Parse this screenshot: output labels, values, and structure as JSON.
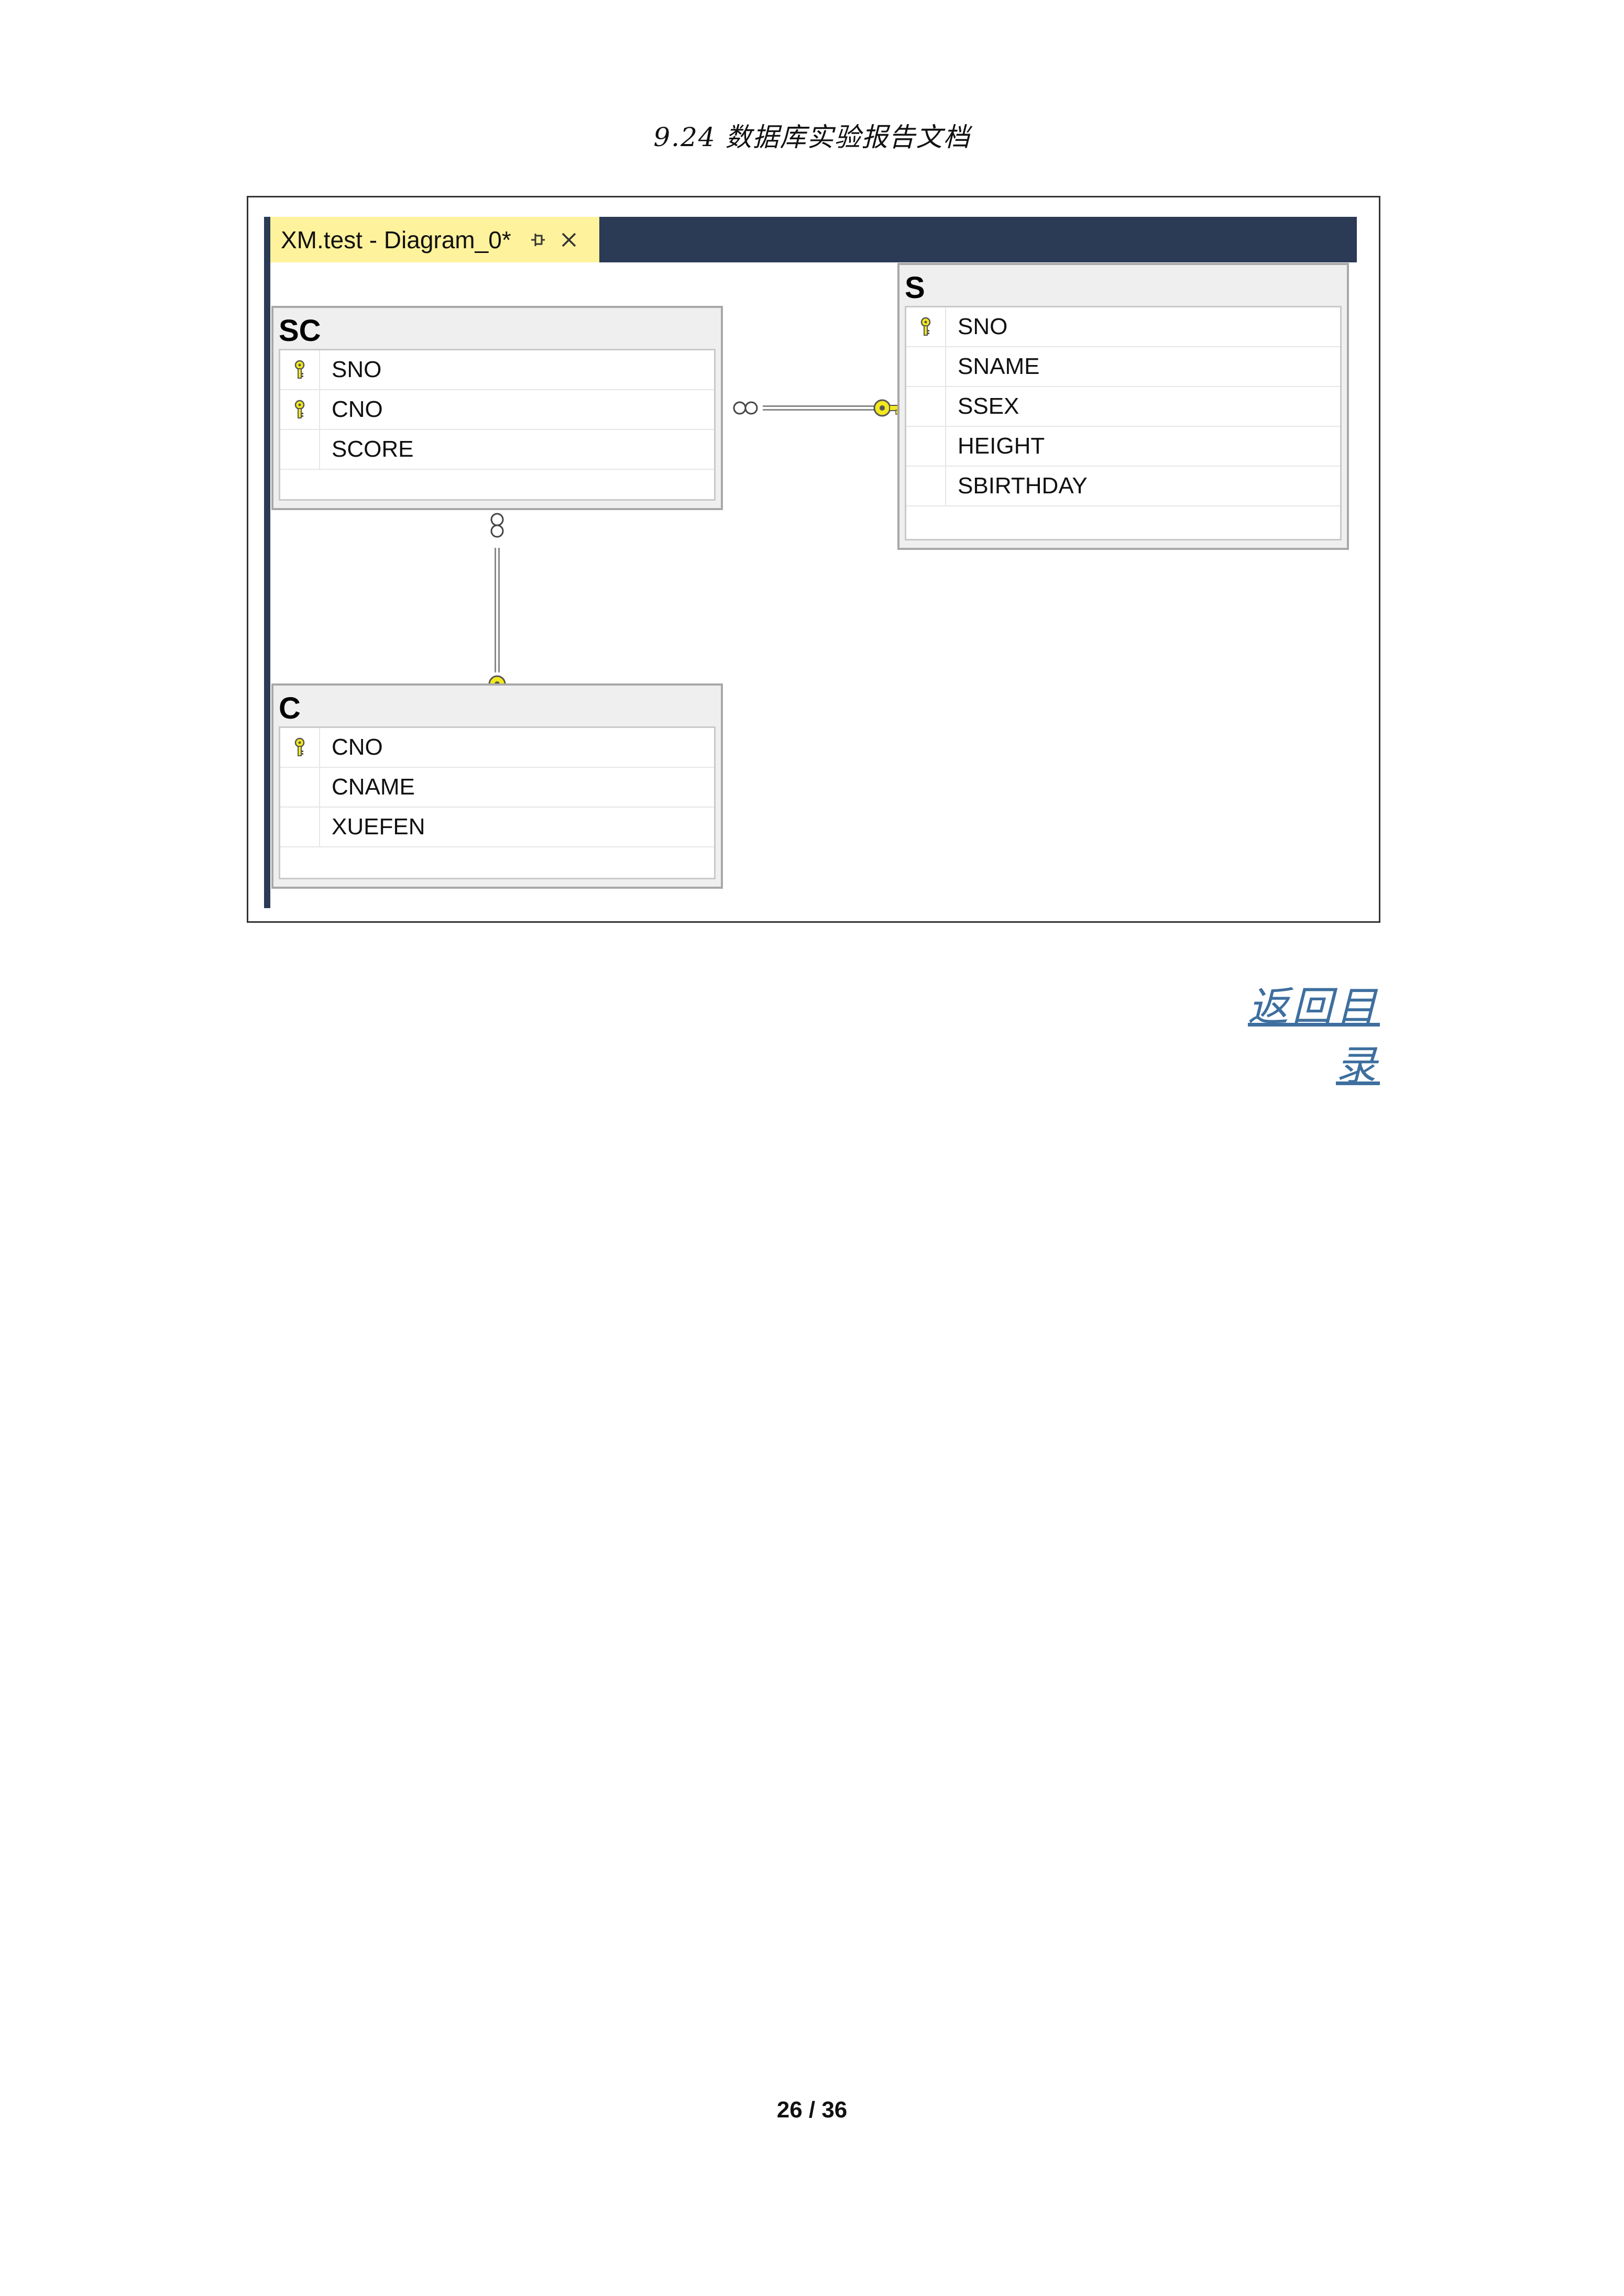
{
  "page_header": {
    "title": "9.24 数据库实验报告文档"
  },
  "diagram_window": {
    "tab_title": "XM.test - Diagram_0*",
    "pin_icon": "pin-icon",
    "close_icon": "close-icon"
  },
  "tables": [
    {
      "name": "SC",
      "columns": [
        {
          "name": "SNO",
          "primary_key": true
        },
        {
          "name": "CNO",
          "primary_key": true
        },
        {
          "name": "SCORE",
          "primary_key": false
        }
      ]
    },
    {
      "name": "S",
      "columns": [
        {
          "name": "SNO",
          "primary_key": true
        },
        {
          "name": "SNAME",
          "primary_key": false
        },
        {
          "name": "SSEX",
          "primary_key": false
        },
        {
          "name": "HEIGHT",
          "primary_key": false
        },
        {
          "name": "SBIRTHDAY",
          "primary_key": false
        }
      ]
    },
    {
      "name": "C",
      "columns": [
        {
          "name": "CNO",
          "primary_key": true
        },
        {
          "name": "CNAME",
          "primary_key": false
        },
        {
          "name": "XUEFEN",
          "primary_key": false
        }
      ]
    }
  ],
  "relationships": [
    {
      "from": "SC",
      "to": "S",
      "from_end": "many",
      "to_end": "one-key"
    },
    {
      "from": "SC",
      "to": "C",
      "from_end": "many",
      "to_end": "one-key"
    }
  ],
  "colors": {
    "key": "#f2e81e",
    "title_strip": "#2b3a55",
    "tab": "#fff29d",
    "link": "#3e6f9f"
  },
  "return_link": {
    "label": "返回目录"
  },
  "footer": {
    "page_label": "26 / 36"
  }
}
